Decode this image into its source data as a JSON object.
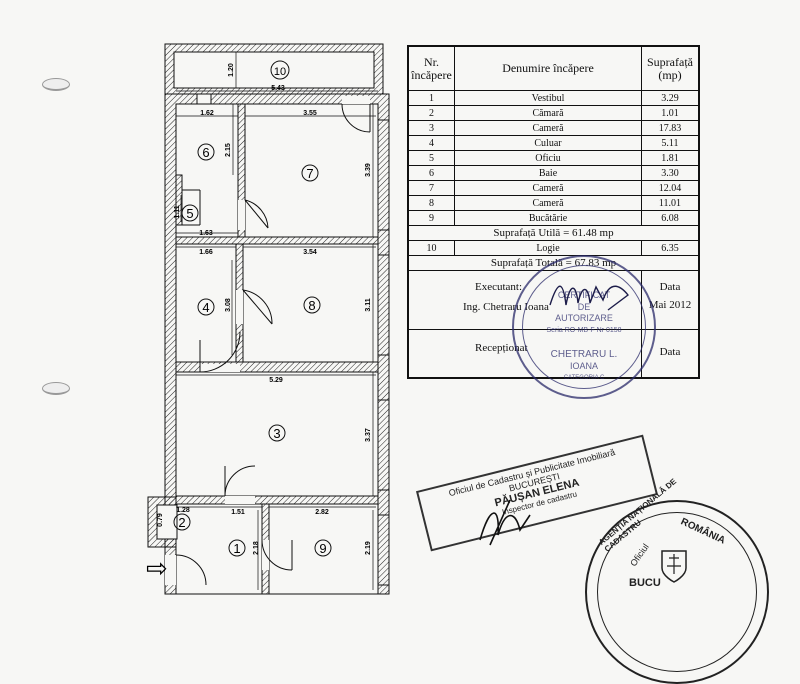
{
  "plan": {
    "rooms": [
      {
        "number": "1"
      },
      {
        "number": "2"
      },
      {
        "number": "3"
      },
      {
        "number": "4"
      },
      {
        "number": "5"
      },
      {
        "number": "6"
      },
      {
        "number": "7"
      },
      {
        "number": "8"
      },
      {
        "number": "9"
      },
      {
        "number": "10"
      }
    ],
    "dimensions": {
      "d_1_20": "1.20",
      "d_5_43": "5.43",
      "d_1_62": "1.62",
      "d_3_55": "3.55",
      "d_2_15": "2.15",
      "d_3_39": "3.39",
      "d_1_11": "1.11",
      "d_1_63": "1.63",
      "d_1_66": "1.66",
      "d_3_54": "3.54",
      "d_3_08": "3.08",
      "d_3_11": "3.11",
      "d_5_29": "5.29",
      "d_3_37": "3.37",
      "d_1_28": "1.28",
      "d_1_51": "1.51",
      "d_2_82": "2.82",
      "d_0_79": "0.79",
      "d_2_18": "2.18",
      "d_2_19": "2.19"
    }
  },
  "table": {
    "header": {
      "col1": "Nr. încăpere",
      "col2": "Denumire încăpere",
      "col3": "Suprafață (mp)"
    },
    "rows": [
      {
        "nr": "1",
        "name": "Vestibul",
        "area": "3.29"
      },
      {
        "nr": "2",
        "name": "Cămară",
        "area": "1.01"
      },
      {
        "nr": "3",
        "name": "Cameră",
        "area": "17.83"
      },
      {
        "nr": "4",
        "name": "Culuar",
        "area": "5.11"
      },
      {
        "nr": "5",
        "name": "Oficiu",
        "area": "1.81"
      },
      {
        "nr": "6",
        "name": "Baie",
        "area": "3.30"
      },
      {
        "nr": "7",
        "name": "Cameră",
        "area": "12.04"
      },
      {
        "nr": "8",
        "name": "Cameră",
        "area": "11.01"
      },
      {
        "nr": "9",
        "name": "Bucătărie",
        "area": "6.08"
      }
    ],
    "useful_area": "Suprafață Utilă = 61.48 mp",
    "loggia": {
      "nr": "10",
      "name": "Logie",
      "area": "6.35"
    },
    "total_area": "Suprafață Totală = 67.83 mp",
    "executant_label": "Executant:",
    "executant_name": "Ing. Chetraru Ioana",
    "data_label": "Data",
    "data_value": "Mai 2012",
    "receptionat_label": "Recepționat",
    "data_label2": "Data"
  },
  "stamps": {
    "cert_top": "CERTIFICAT",
    "cert_de": "DE",
    "cert_autorizare": "AUTORIZARE",
    "cert_series": "Seria RO-MB-F Nr 0158",
    "cert_name1": "CHETRARU L.",
    "cert_name2": "IOANA",
    "cert_cat": "CATEGORIA C",
    "ocpi_line1": "Oficiul de Cadastru și Publicitate Imobiliară",
    "ocpi_line2": "BUCUREȘTI",
    "ocpi_line3": "PĂUȘAN ELENA",
    "ocpi_line4": "Inspector de cadastru",
    "agency_text": "AGENȚIA NAȚIONALĂ DE CADASTRU",
    "romania_text": "ROMÂNIA",
    "oficiu_text": "Oficiul",
    "bucur_text": "BUCU"
  },
  "entrance_arrow": "⇨"
}
